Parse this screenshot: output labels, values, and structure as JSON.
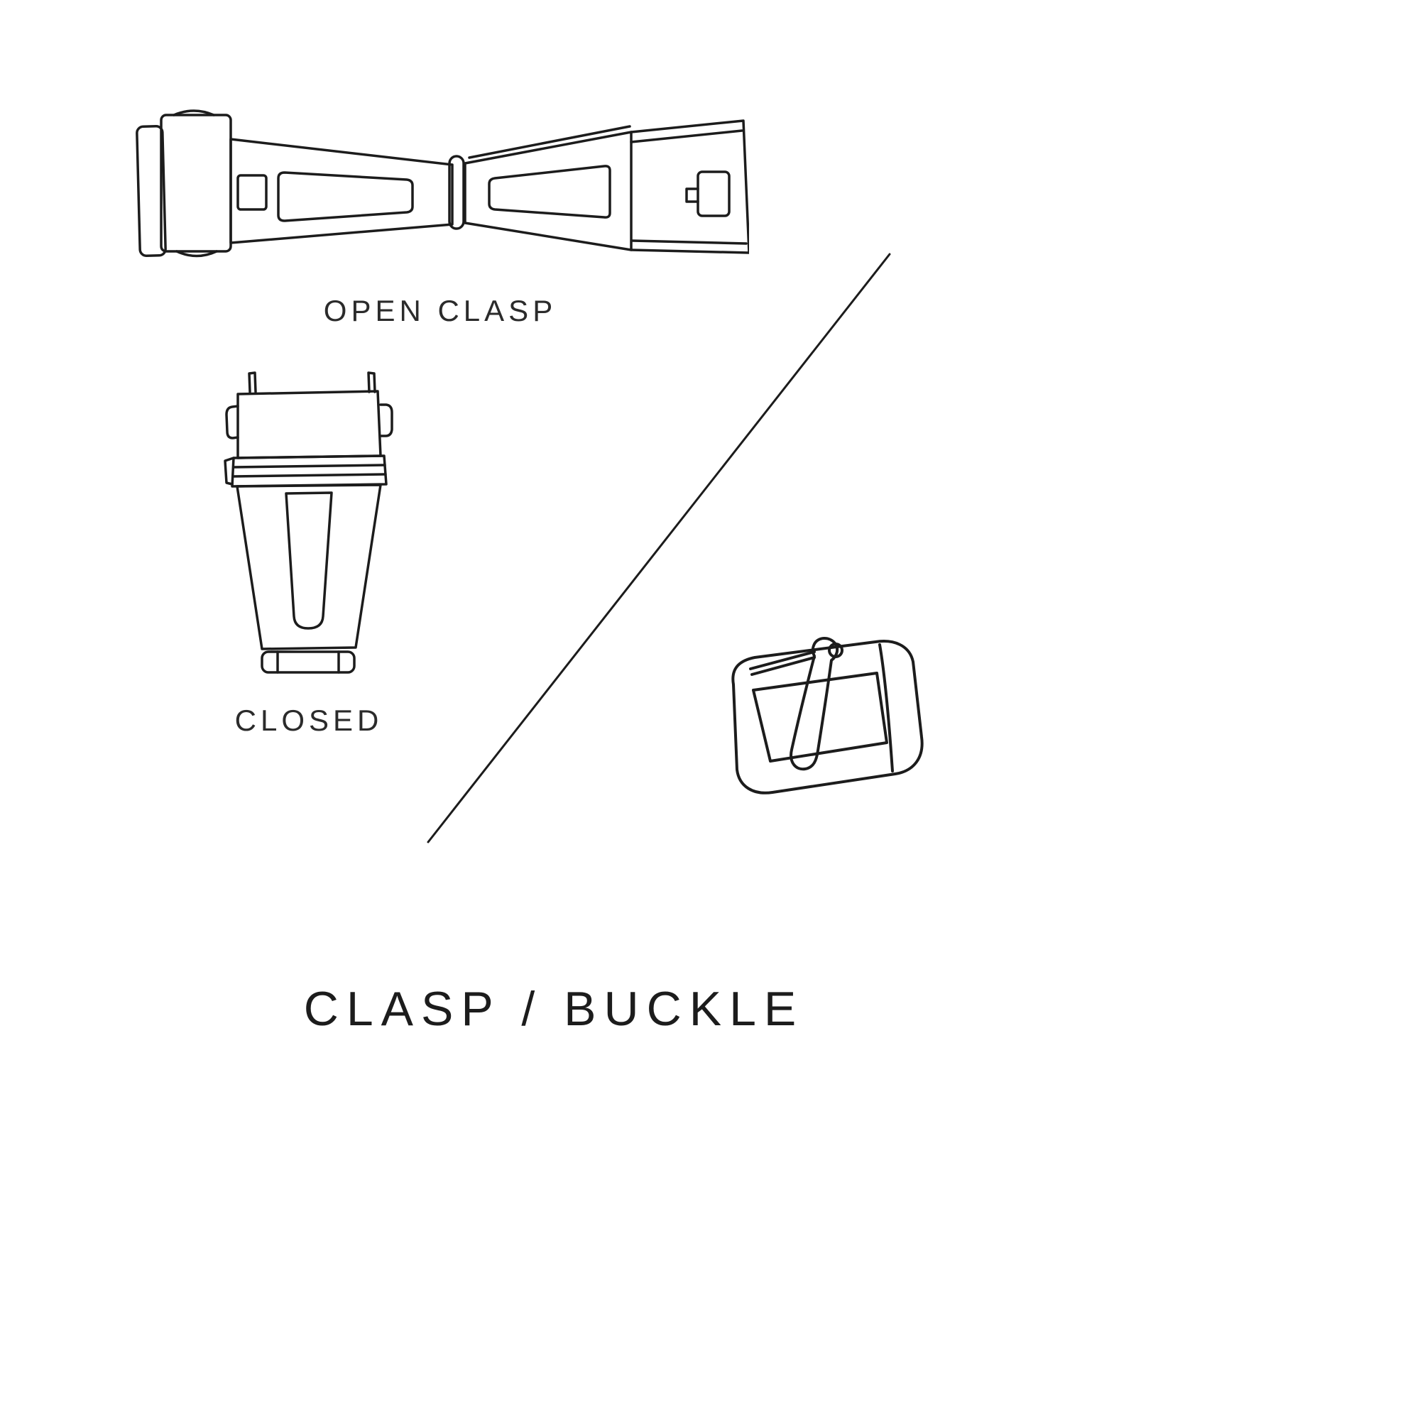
{
  "canvas": {
    "background": "#ffffff",
    "ink_color": "#1c1c1c",
    "text_color": "#2b2b2b"
  },
  "title": {
    "text": "CLASP / BUCKLE"
  },
  "figures": {
    "open_clasp": {
      "label": "OPEN CLASP"
    },
    "closed_clasp": {
      "label": "CLOSED"
    },
    "buckle": {
      "label": ""
    }
  }
}
